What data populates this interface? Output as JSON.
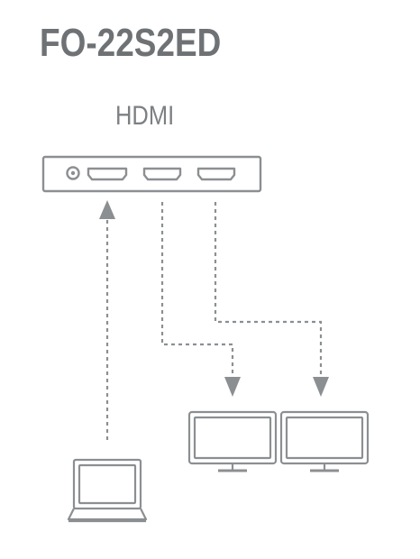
{
  "title": "FO-22S2ED",
  "port_label": "HDMI",
  "colors": {
    "title": "#6f7275",
    "line": "#8c8f92",
    "background": "#ffffff"
  },
  "diagram": {
    "device": {
      "name": "splitter-box",
      "ports": [
        "power-port",
        "hdmi-input-port",
        "hdmi-output-port-1",
        "hdmi-output-port-2"
      ]
    },
    "connections": [
      {
        "from": "laptop",
        "to": "hdmi-input-port",
        "style": "dashed-arrow"
      },
      {
        "from": "hdmi-output-port-1",
        "to": "monitor-1",
        "style": "dashed-arrow"
      },
      {
        "from": "hdmi-output-port-2",
        "to": "monitor-2",
        "style": "dashed-arrow"
      }
    ],
    "sources": [
      "laptop-icon"
    ],
    "displays": [
      "monitor-icon",
      "monitor-icon"
    ]
  }
}
